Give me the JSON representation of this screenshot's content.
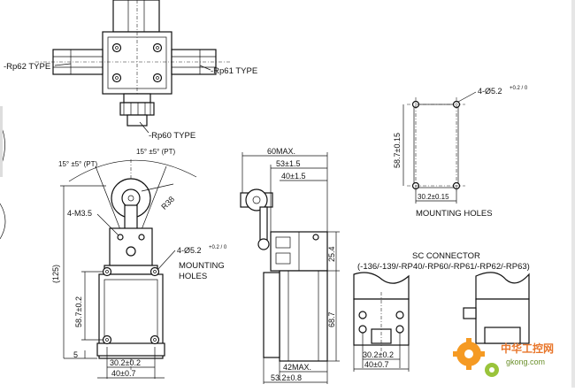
{
  "top_view": {
    "left_label": "-Rp62 TYPE",
    "right_label": "-Rp61 TYPE",
    "bottom_label": "-Rp60 TYPE"
  },
  "front_view": {
    "angle_left": "15° ±5° (PT)",
    "angle_right": "15° ±5° (PT)",
    "radius": "R38",
    "screw": "4-M3.5",
    "hole": "4-Ø5.2",
    "hole_tol": "+0.2 / 0",
    "mount_label_1": "MOUNTING",
    "mount_label_2": "HOLES",
    "dim_total": "(125)",
    "dim_height": "58.7±0.2",
    "dim_bottom": "5",
    "dim_width_inner": "30.2±0.2",
    "dim_width": "40±0.7"
  },
  "side_view": {
    "dim_top_max": "60MAX.",
    "dim_53": "53±1.5",
    "dim_40": "40±1.5",
    "dim_25": "25.4",
    "dim_68": "68.7",
    "dim_42": "42MAX.",
    "dim_53b": "53.2±0.8"
  },
  "mounting_holes": {
    "hole": "4-Ø5.2",
    "hole_tol": "+0.2 / 0",
    "dim_height": "58.7±0.15",
    "dim_width": "30.2±0.15",
    "title": "MOUNTING HOLES"
  },
  "sc_connector": {
    "title": "SC CONNECTOR",
    "models": "(-136/-139/-RP40/-RP60/-RP61/-RP62/-RP63)",
    "dim_inner": "30.2±0.2",
    "dim_outer": "40±0.7"
  },
  "watermark": {
    "text": "中华工控网",
    "url": "gkong.com"
  }
}
